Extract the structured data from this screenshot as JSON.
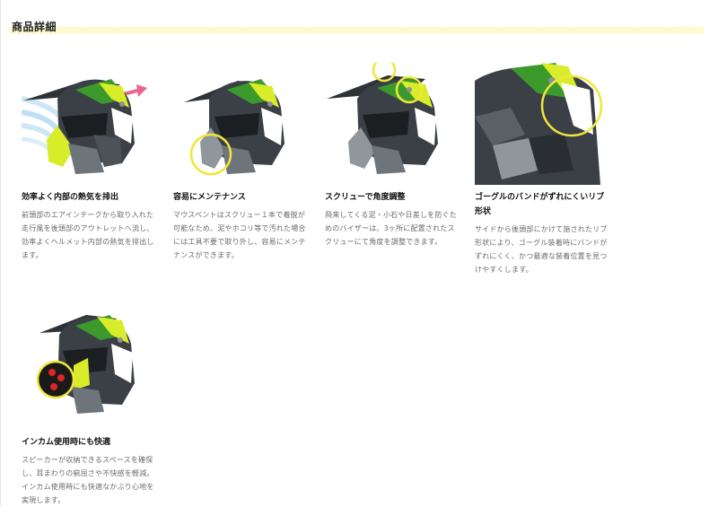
{
  "section": {
    "title": "商品詳細"
  },
  "items": [
    {
      "title": "効率よく内部の熱気を排出",
      "desc": "前頭部のエアインテークから取り入れた走行風を後頭部のアウトレットへ流し、効率よくヘルメット内部の熱気を排出します。",
      "icon": "helmet-ventilation-icon"
    },
    {
      "title": "容易にメンテナンス",
      "desc": "マウスベントはスクリュー１本で着脱が可能なため、泥やホコリ等で汚れた場合には工具不要で取り外し、容易にメンテナンスができます。",
      "icon": "helmet-mouth-vent-icon"
    },
    {
      "title": "スクリューで角度調整",
      "desc": "飛来してくる泥・小石や日差しを防ぐためのバイザーは、3ヶ所に配置されたスクリューにて角度を調整できます。",
      "icon": "helmet-visor-screw-icon"
    },
    {
      "title": "ゴーグルのバンドがずれにくいリブ形状",
      "desc": "サイドから後頭部にかけて施されたリブ形状により、ゴーグル装着時にバンドがずれにくく、かつ最適な装着位置を見つけやすくします。",
      "icon": "helmet-goggle-rib-icon"
    },
    {
      "title": "インカム使用時にも快適",
      "desc": "スピーカーが収納できるスペースを確保し、耳まわりの窮屈さや不快感を軽減。インカム使用時にも快適なかぶり心地を実現します。",
      "icon": "helmet-intercom-speaker-icon"
    }
  ],
  "colors": {
    "header_band": "#fff8c6",
    "highlight_ring": "#f2e63a",
    "helmet_green": "#3c9a2c",
    "helmet_lime": "#d8ec2a",
    "helmet_dark": "#2e3338",
    "airflow_blue": "#bfe0f2",
    "airflow_pink": "#e8668a"
  }
}
